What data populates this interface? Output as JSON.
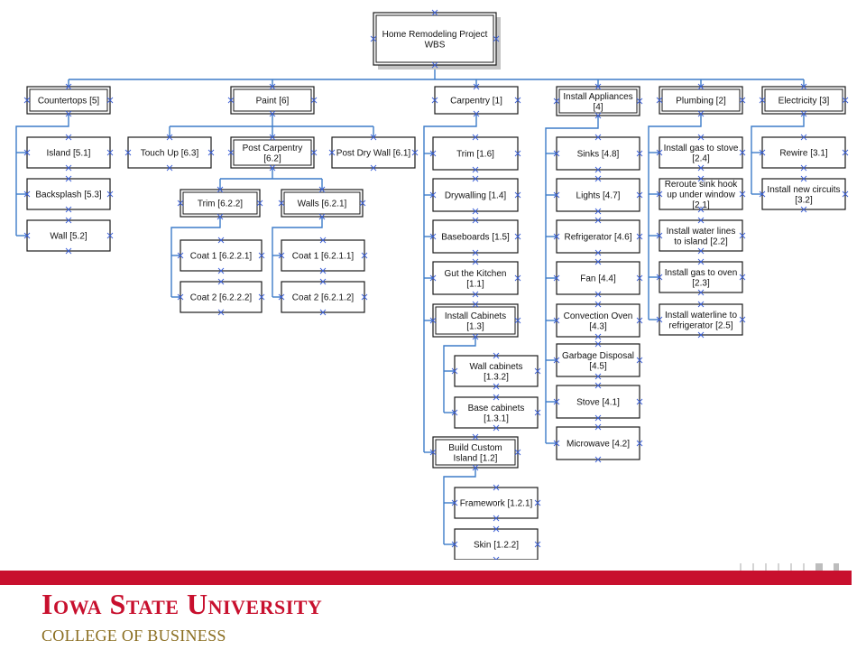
{
  "wbs": {
    "root": {
      "label": [
        "Home Remodeling Project",
        "WBS"
      ]
    },
    "branches": [
      {
        "key": "countertops",
        "label": [
          "Countertops [5]"
        ],
        "children": [
          {
            "label": [
              "Island [5.1]"
            ]
          },
          {
            "label": [
              "Backsplash [5.3]"
            ]
          },
          {
            "label": [
              "Wall [5.2]"
            ]
          }
        ]
      },
      {
        "key": "paint",
        "label": [
          "Paint [6]"
        ],
        "children": [
          {
            "label": [
              "Touch Up [6.3]"
            ]
          },
          {
            "label": [
              "Post Carpentry",
              "[6.2]"
            ],
            "children": [
              {
                "label": [
                  "Trim [6.2.2]"
                ],
                "children": [
                  {
                    "label": [
                      "Coat 1 [6.2.2.1]"
                    ]
                  },
                  {
                    "label": [
                      "Coat 2 [6.2.2.2]"
                    ]
                  }
                ]
              },
              {
                "label": [
                  "Walls [6.2.1]"
                ],
                "children": [
                  {
                    "label": [
                      "Coat 1 [6.2.1.1]"
                    ]
                  },
                  {
                    "label": [
                      "Coat 2 [6.2.1.2]"
                    ]
                  }
                ]
              }
            ]
          },
          {
            "label": [
              "Post Dry Wall [6.1]"
            ]
          }
        ]
      },
      {
        "key": "carpentry",
        "label": [
          "Carpentry [1]"
        ],
        "children": [
          {
            "label": [
              "Trim [1.6]"
            ]
          },
          {
            "label": [
              "Drywalling [1.4]"
            ]
          },
          {
            "label": [
              "Baseboards [1.5]"
            ]
          },
          {
            "label": [
              "Gut the Kitchen",
              "[1.1]"
            ]
          },
          {
            "label": [
              "Install Cabinets",
              "[1.3]"
            ],
            "children": [
              {
                "label": [
                  "Wall cabinets",
                  "[1.3.2]"
                ]
              },
              {
                "label": [
                  "Base cabinets",
                  "[1.3.1]"
                ]
              }
            ]
          },
          {
            "label": [
              "Build Custom",
              "Island [1.2]"
            ],
            "children": [
              {
                "label": [
                  "Framework [1.2.1]"
                ]
              },
              {
                "label": [
                  "Skin [1.2.2]"
                ]
              }
            ]
          }
        ]
      },
      {
        "key": "appliances",
        "label": [
          "Install Appliances",
          "[4]"
        ],
        "children": [
          {
            "label": [
              "Sinks [4.8]"
            ]
          },
          {
            "label": [
              "Lights [4.7]"
            ]
          },
          {
            "label": [
              "Refrigerator [4.6]"
            ]
          },
          {
            "label": [
              "Fan [4.4]"
            ]
          },
          {
            "label": [
              "Convection Oven",
              "[4.3]"
            ]
          },
          {
            "label": [
              "Garbage Disposal",
              "[4.5]"
            ]
          },
          {
            "label": [
              "Stove [4.1]"
            ]
          },
          {
            "label": [
              "Microwave [4.2]"
            ]
          }
        ]
      },
      {
        "key": "plumbing",
        "label": [
          "Plumbing [2]"
        ],
        "children": [
          {
            "label": [
              "Install gas to stove",
              "[2.4]"
            ]
          },
          {
            "label": [
              "Reroute sink hook",
              "up under window",
              "[2.1]"
            ]
          },
          {
            "label": [
              "Install  water lines",
              "to island [2.2]"
            ]
          },
          {
            "label": [
              "Install gas to oven",
              "[2.3]"
            ]
          },
          {
            "label": [
              "Install waterline to",
              "refrigerator [2.5]"
            ]
          }
        ]
      },
      {
        "key": "electricity",
        "label": [
          "Electricity [3]"
        ],
        "children": [
          {
            "label": [
              "Rewire [3.1]"
            ]
          },
          {
            "label": [
              "Install new circuits",
              "[3.2]"
            ]
          }
        ]
      }
    ]
  },
  "footer": {
    "university": "Iowa State University",
    "college": "COLLEGE OF BUSINESS"
  },
  "colors": {
    "connector": "#3d7cc9",
    "connection_point": "#3b5fd6",
    "brand_red": "#c8102e",
    "brand_gold": "#8a6d1f"
  }
}
